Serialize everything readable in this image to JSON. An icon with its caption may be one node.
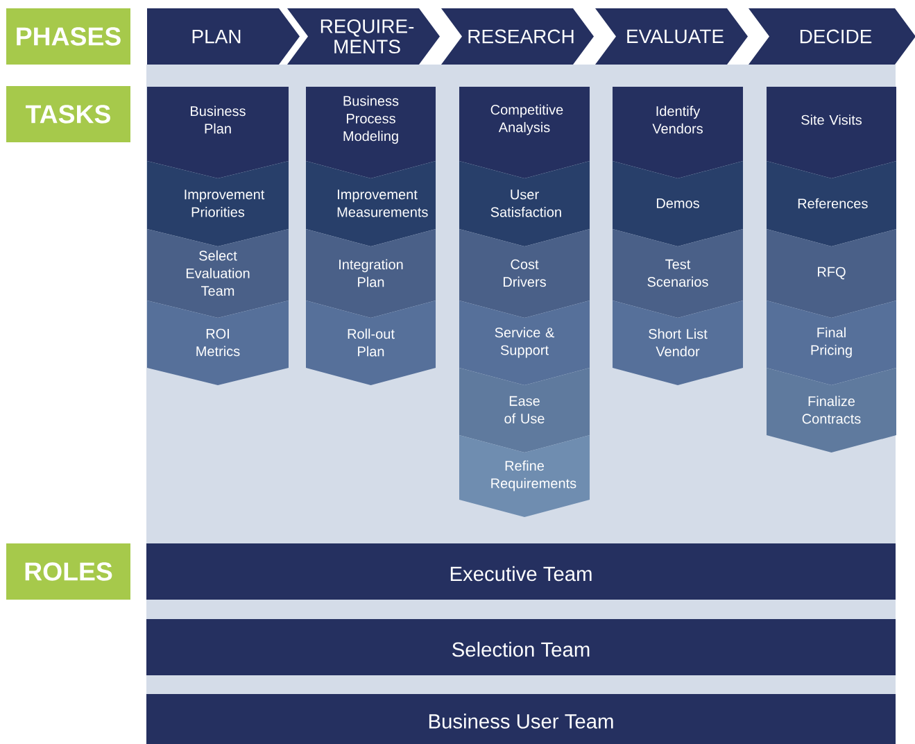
{
  "diagram": {
    "nodes": [
      {
        "text": [
          "PHASES"
        ]
      },
      {
        "text": [
          "PLAN"
        ]
      },
      {
        "text": [
          "REQUIRE- MENTS"
        ]
      },
      {
        "text": [
          "RESEARCH"
        ]
      },
      {
        "text": [
          "EVALUATE"
        ]
      },
      {
        "text": [
          "DECIDE"
        ]
      },
      {
        "text": [
          "TASKS"
        ]
      },
      {
        "text": [
          "Business Plan"
        ]
      },
      {
        "text": [
          "Improvement Priorities"
        ]
      },
      {
        "text": [
          "Select Evaluation Team"
        ]
      },
      {
        "text": [
          "ROI Metrics"
        ]
      },
      {
        "text": [
          "Business Process Modeling"
        ]
      },
      {
        "text": [
          "Improvement Measurements"
        ]
      },
      {
        "text": [
          "Integration Plan"
        ]
      },
      {
        "text": [
          "Roll-out Plan"
        ]
      },
      {
        "text": [
          "Competitive Analysis"
        ]
      },
      {
        "text": [
          "User Satisfaction"
        ]
      },
      {
        "text": [
          "Cost Drivers"
        ]
      },
      {
        "text": [
          "Service & Support"
        ]
      },
      {
        "text": [
          "Ease of Use"
        ]
      },
      {
        "text": [
          "Refine Requirements"
        ]
      },
      {
        "text": [
          "Identify Vendors"
        ]
      },
      {
        "text": [
          "Demos"
        ]
      },
      {
        "text": [
          "Test Scenarios"
        ]
      },
      {
        "text": [
          "Short List Vendor"
        ]
      },
      {
        "text": [
          "Site Visits"
        ]
      },
      {
        "text": [
          "References"
        ]
      },
      {
        "text": [
          "RFQ"
        ]
      },
      {
        "text": [
          "Final Pricing"
        ]
      },
      {
        "text": [
          "Finalize Contracts"
        ]
      },
      {
        "text": [
          "ROLES"
        ]
      },
      {
        "text": [
          "Executive Team"
        ]
      },
      {
        "text": [
          "Selection Team"
        ]
      },
      {
        "text": [
          "Business User Team"
        ]
      }
    ]
  }
}
